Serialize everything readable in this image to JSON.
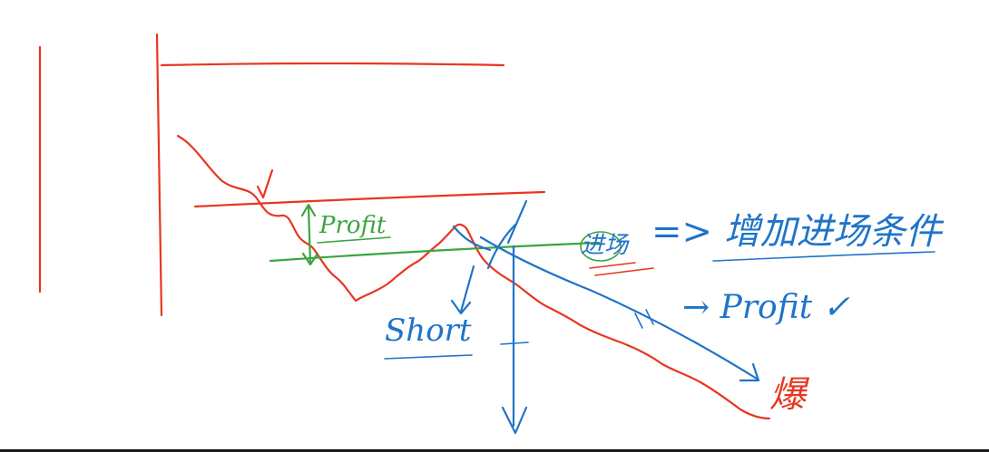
{
  "canvas": {
    "background": "#ffffff",
    "colors": {
      "red_ink": "#e8361f",
      "green_ink": "#3aa540",
      "blue_ink": "#1f74c9"
    }
  },
  "annotations": {
    "profit_green": "Profit",
    "entry_note": "进场",
    "arrow_note": "=> 增加进场条件",
    "short_label": "Short",
    "profit_blue": "→ Profit ✓",
    "blowup_note": "爆"
  }
}
